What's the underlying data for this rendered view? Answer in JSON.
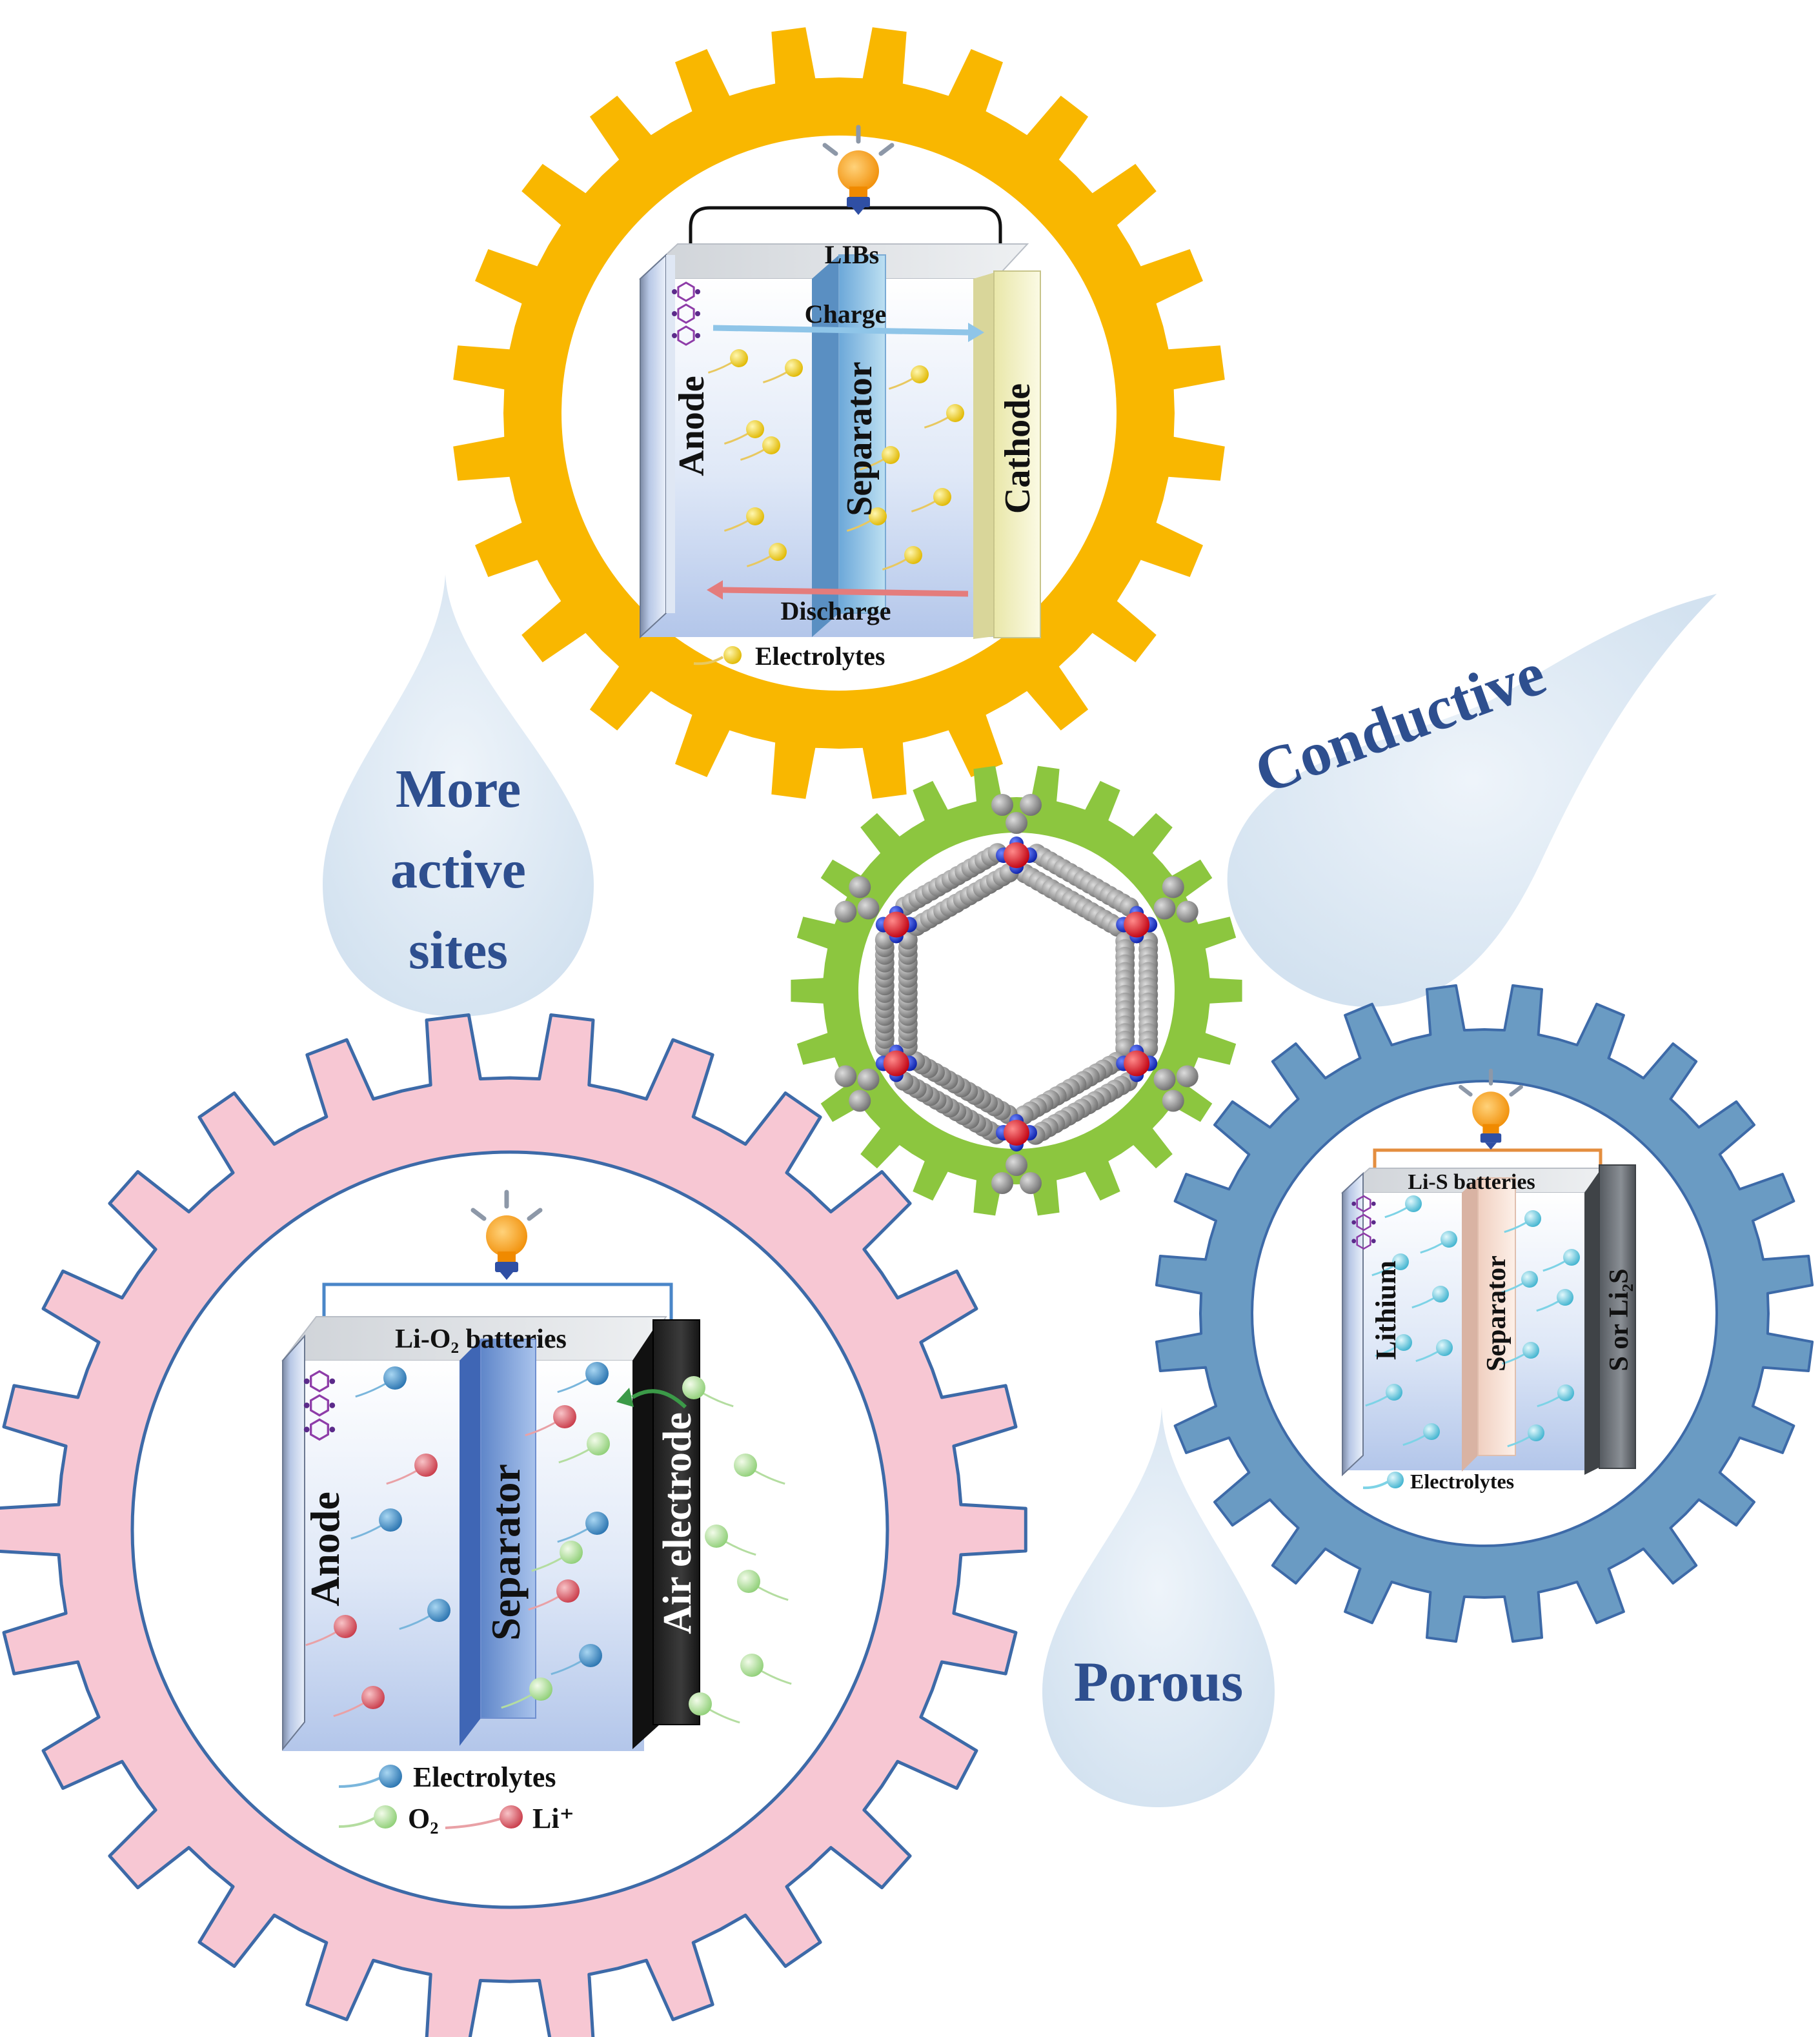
{
  "labels": {
    "more_active_sites": [
      "More",
      "active",
      "sites"
    ],
    "conductive": "Conductive",
    "porous": "Porous"
  },
  "libs": {
    "title": "LIBs",
    "anode": "Anode",
    "separator": "Separator",
    "cathode": "Cathode",
    "charge": "Charge",
    "discharge": "Discharge",
    "legend": "Electrolytes"
  },
  "lio2": {
    "title": "Li-O₂ batteries",
    "anode": "Anode",
    "separator": "Separator",
    "electrode": "Air electrode",
    "legend_electrolytes": "Electrolytes",
    "legend_o2": "O₂",
    "legend_li": "Li⁺"
  },
  "lis": {
    "title": "Li-S batteries",
    "anode": "Lithium",
    "separator": "Separator",
    "cathode": "S or Li₂S",
    "legend": "Electrolytes"
  },
  "colors": {
    "gear_orange": "#f9b700",
    "gear_green": "#8cc63f",
    "gear_blue": "#6a9bc3",
    "gear_pink": "#f7c7d3",
    "gear_outline": "#3d6aa8",
    "drop_fill": "#dce8f3",
    "text_blue": "#2e4f8f",
    "electrolyte_yellow": "#f2d200",
    "electrolyte_blue": "#3d8fc7",
    "electrolyte_cyan": "#5fc9df",
    "oxygen_green": "#b9e6a6",
    "lithium_red": "#e86b75",
    "atom_gray": "#8e8e8e",
    "atom_red": "#e8101a",
    "atom_blue": "#1030d0"
  },
  "icons": [
    "light-bulb-icon",
    "light-bulb-icon",
    "light-bulb-icon",
    "molecule-icon"
  ]
}
